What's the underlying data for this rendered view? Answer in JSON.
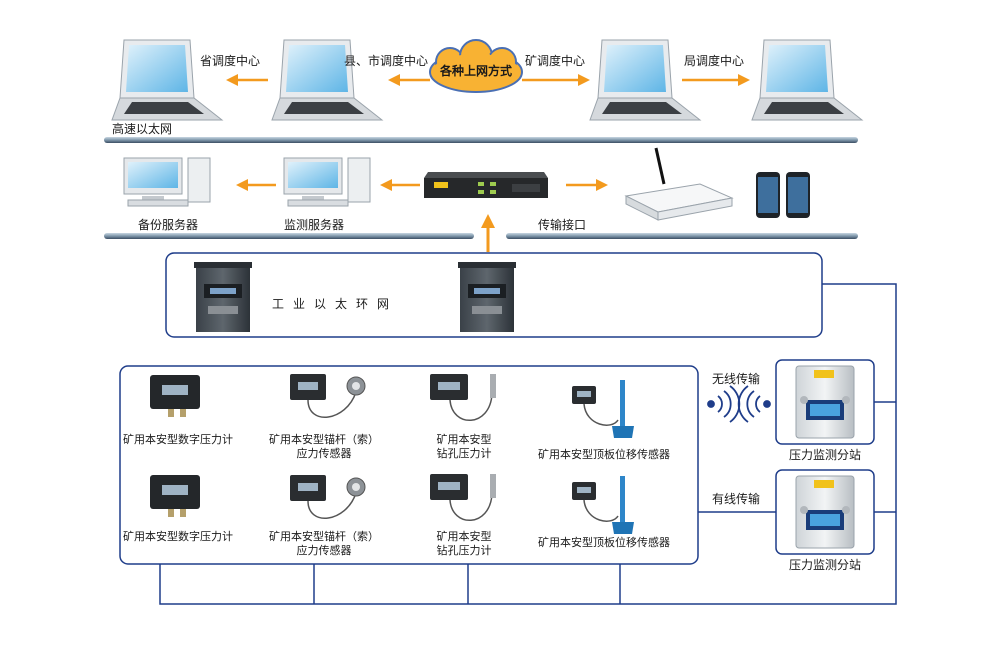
{
  "diagram": {
    "dispatch_centers": {
      "provincial": "省调度中心",
      "county_city": "县、市调度中心",
      "mine": "矿调度中心",
      "bureau": "局调度中心"
    },
    "internet_cloud": "各种上网方式",
    "ethernet_label": "高速以太网",
    "servers": {
      "backup": "备份服务器",
      "monitor": "监测服务器"
    },
    "transmission_interface": "传输接口",
    "industrial_ring": "工业以太环网",
    "sensors": {
      "digital_pressure_gauge": "矿用本安型数字压力计",
      "anchor_stress_line1": "矿用本安型锚杆（索）",
      "anchor_stress_line2": "应力传感器",
      "borehole_line1": "矿用本安型",
      "borehole_line2": "钻孔压力计",
      "roof_displacement": "矿用本安型顶板位移传感器"
    },
    "wireless_transmission": "无线传输",
    "wired_transmission": "有线传输",
    "substation": "压力监测分站",
    "colors": {
      "line_blue": "#1f3d8a",
      "arrow_orange": "#f39a1e",
      "bar_grey": "#8fa3b5",
      "cloud_fill": "#f8b233"
    }
  }
}
